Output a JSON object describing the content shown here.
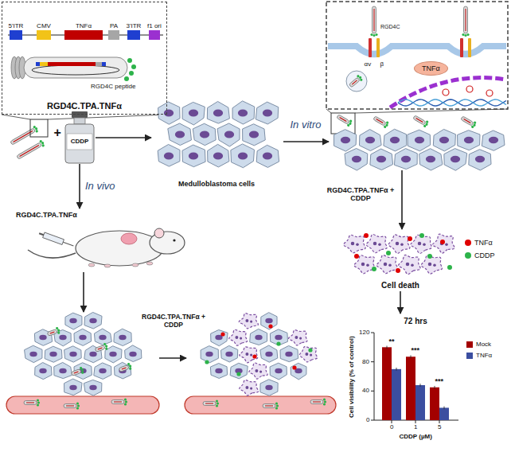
{
  "diagram": {
    "nodes": [
      {
        "text": [
          "RGD4C.TPA.TNFα"
        ]
      },
      {
        "text": [
          "5'ITR"
        ],
        "in": 0
      },
      {
        "text": [
          "CMV"
        ],
        "in": 0
      },
      {
        "text": [
          "TNFα"
        ],
        "in": 0
      },
      {
        "text": [
          "PA"
        ],
        "in": 0
      },
      {
        "text": [
          "3'ITR"
        ],
        "in": 0
      },
      {
        "text": [
          "f1 ori"
        ],
        "in": 0
      },
      {
        "text": [
          "TNFα"
        ]
      },
      {
        "text": [
          "CDDP"
        ]
      },
      {
        "text": [
          "Medulloblastoma cells"
        ]
      },
      {
        "text": [
          "RGD4C.TPA.TNFα"
        ]
      },
      {
        "text": [
          "Cell death"
        ]
      },
      {
        "text": [
          "72 hrs"
        ]
      }
    ],
    "edges": [
      {
        "from": 8,
        "to": 9,
        "arrow": "to"
      },
      {
        "from": 8,
        "to": 10,
        "label": "In vivo",
        "arrow": "to"
      },
      {
        "from": 11,
        "to": 12,
        "arrow": "to"
      }
    ],
    "labels": [
      "RGD4C peptide",
      "+",
      "RGD4C",
      "αv",
      "β",
      "In vitro",
      "RGD4C.TPA.TNFα + CDDP",
      "RGD4C.TPA.TNFα + CDDP",
      "Cell visibility (% of control)",
      "120",
      "80",
      "40",
      "0",
      "0",
      "1",
      "5",
      "CDDP (µM)",
      "**",
      "***",
      "***"
    ],
    "legend": [
      {
        "text": "TNFα",
        "color": "#e00000"
      },
      {
        "text": "CDDP",
        "color": "#2db34a"
      },
      {
        "text": "Mock",
        "color": "#a30000"
      },
      {
        "text": "TNFα",
        "color": "#3b4ea0"
      }
    ]
  }
}
